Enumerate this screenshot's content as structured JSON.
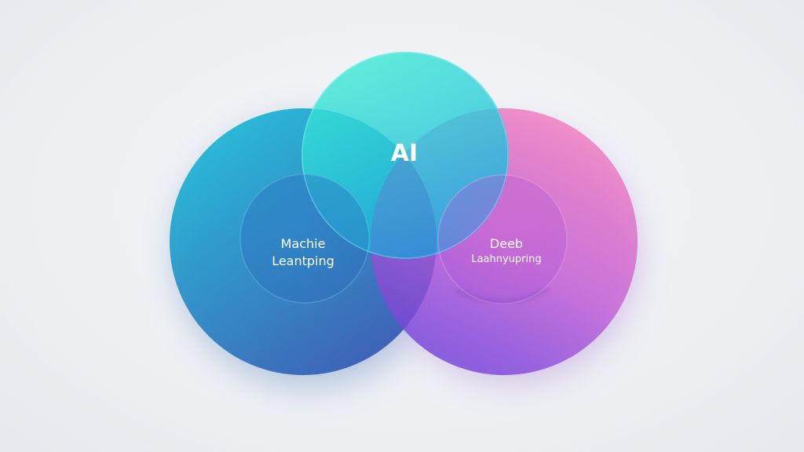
{
  "diagram": {
    "type": "venn",
    "sets": [
      {
        "id": "ml",
        "lines": [
          "Machie",
          "Leantping"
        ],
        "colors": [
          "#1fc1d9",
          "#3a63b8"
        ]
      },
      {
        "id": "ai",
        "lines": [
          "AI"
        ],
        "colors": [
          "#35e8d4",
          "#1fb4dd"
        ]
      },
      {
        "id": "dl",
        "lines": [
          "Deeb",
          "Laahnyupring"
        ],
        "colors": [
          "#f27fc0",
          "#7a4fe0"
        ]
      }
    ],
    "colors": {
      "background": "#eef0f4",
      "text": "#ffffff"
    }
  }
}
